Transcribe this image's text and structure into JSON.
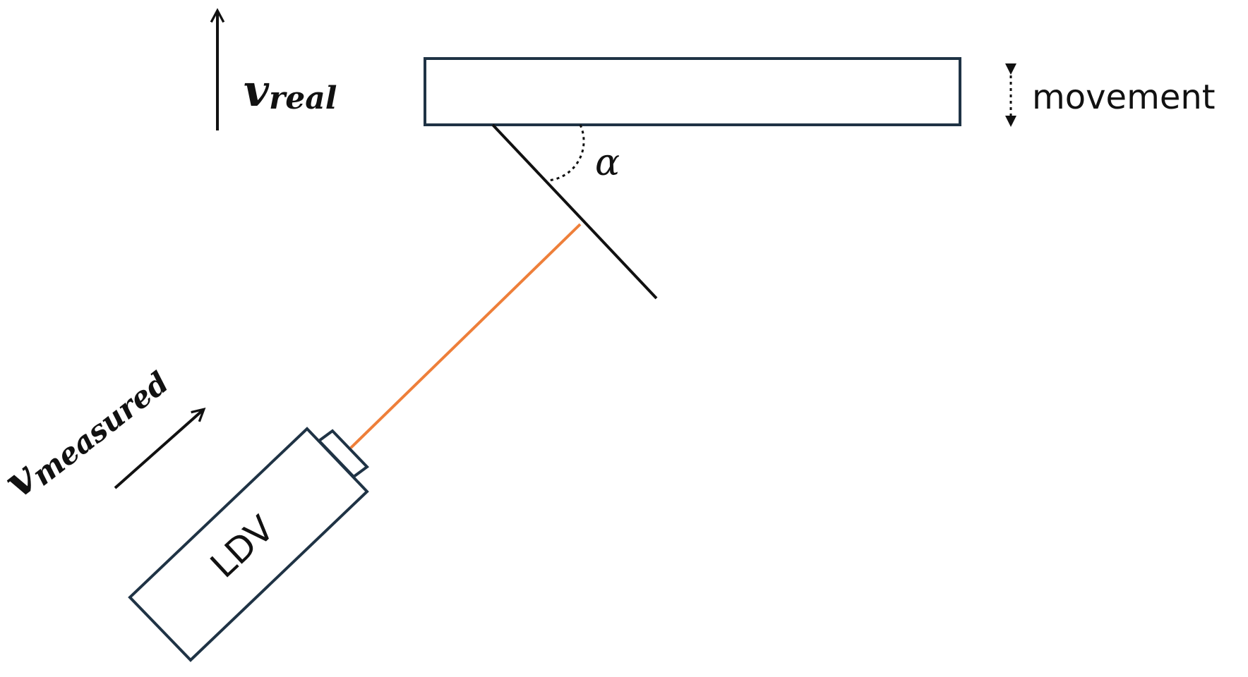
{
  "labels": {
    "v_real_main": "v",
    "v_real_sub": "real",
    "v_measured_main": "v",
    "v_measured_sub": "measured",
    "angle": "α",
    "movement": "movement",
    "device": "LDV"
  },
  "colors": {
    "outline": "#1f3345",
    "line": "#111111",
    "laser": "#ee7f3a"
  },
  "icons": {
    "arrow": "straight-arrow",
    "double_arrow": "dotted-double-arrow",
    "angle_arc": "dotted-arc"
  }
}
